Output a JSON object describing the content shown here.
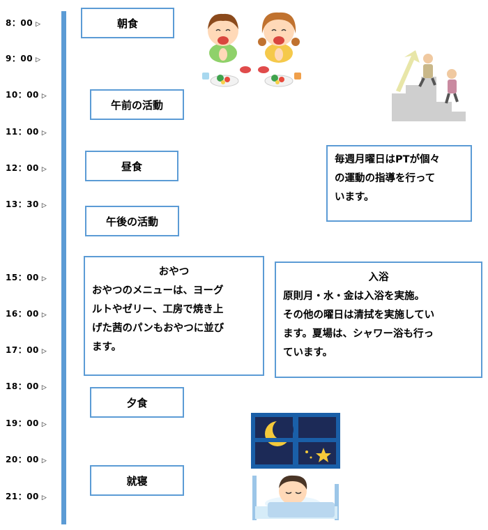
{
  "times": [
    "8：00",
    "9：00",
    "10：00",
    "11：00",
    "12：00",
    "13：30",
    "15：00",
    "16：00",
    "17：00",
    "18：00",
    "19：00",
    "20：00",
    "21：00"
  ],
  "tri": "▷",
  "events": {
    "breakfast": "朝食",
    "morning_activity": "午前の活動",
    "lunch": "昼食",
    "afternoon_activity": "午後の活動",
    "dinner": "夕食",
    "bedtime": "就寝"
  },
  "pt_note": {
    "lines": [
      "毎週月曜日はPTが個々",
      "の運動の指導を行って",
      "います。"
    ]
  },
  "snack": {
    "title": "おやつ",
    "lines": [
      "おやつのメニューは、ヨーグ",
      "ルトやゼリー、工房で焼き上",
      "げた茜のパンもおやつに並び",
      "ます。"
    ]
  },
  "bath": {
    "title": "入浴",
    "lines": [
      "原則月・水・金は入浴を実施。",
      "その他の曜日は清拭を実施してい",
      "ます。夏場は、シャワー浴も行っ",
      "ています。"
    ]
  },
  "colors": {
    "accent": "#5b9bd5"
  }
}
